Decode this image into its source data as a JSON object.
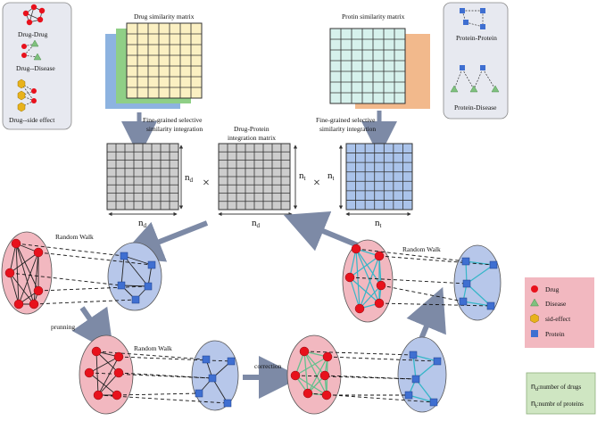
{
  "drug_legend": {
    "drug_drug": "Drug-Drug",
    "drug_disease": "Drug--Disease",
    "drug_side_effect": "Drug--side effect"
  },
  "protein_legend": {
    "protein_protein": "Protein-Protein",
    "protein_disease": "Protein-Disease"
  },
  "matrices": {
    "drug_similarity": "Drug similarity matrix",
    "protein_similarity": "Protin similarity matrix",
    "integration_title_1": "Drug-Protein",
    "integration_title_2": "integration matrix"
  },
  "labels": {
    "fine_left_1": "Fine-grained selective",
    "fine_left_2": "similarity integration",
    "fine_right_1": "Fine-grained selective",
    "fine_right_2": "similarity integration",
    "times": "×",
    "dim_nd_base": "n",
    "dim_nd_sub": "d",
    "dim_nt_base": "n",
    "dim_nt_sub": "t"
  },
  "graph_labels": {
    "random_walk_1": "Random Walk",
    "random_walk_2": "Random Walk",
    "random_walk_3": "Random Walk",
    "prunning": "prunning",
    "correction": "correction"
  },
  "node_legend": {
    "drug": "Drug",
    "disease": "Disease",
    "side_effect": "sid-effect",
    "protein": "Protein"
  },
  "notation": {
    "nd_base": "n",
    "nd_sub": "d",
    "nd_text": ":number of drugs",
    "nt_base": "n",
    "nt_sub": "t",
    "nt_text": ":numbr of proteins"
  },
  "colors": {
    "drug_red": "#e8111c",
    "protein_blue": "#3f6fd1",
    "disease_green": "#7fc17e",
    "side_effect_gold": "#e8b21a",
    "pink_panel": "#f2b8c0",
    "blue_panel": "#b7c7ea",
    "cyan_edge": "#35b6c8",
    "green_edge": "#64c08e",
    "arrow_gray": "#7d8aa6"
  }
}
